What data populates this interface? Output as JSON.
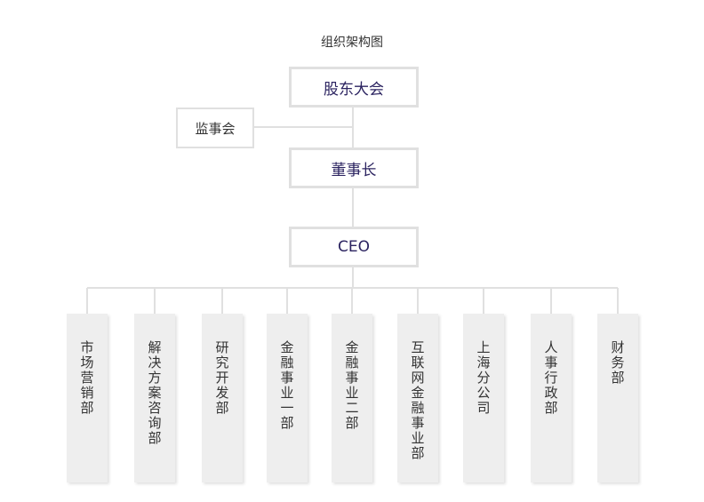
{
  "title": "组织架构图",
  "nodes": {
    "shareholders": "股东大会",
    "supervisors": "监事会",
    "chairman": "董事长",
    "ceo": "CEO"
  },
  "departments": [
    "市场营销部",
    "解决方案咨询部",
    "研究开发部",
    "金融事业一部",
    "金融事业二部",
    "互联网金融事业部",
    "上海分公司",
    "人事行政部",
    "财务部"
  ],
  "colors": {
    "line": "#e0e0e0",
    "box_border": "#e0e0e0",
    "dept_fill": "#eeeeee",
    "accent_text": "#2b2360"
  }
}
